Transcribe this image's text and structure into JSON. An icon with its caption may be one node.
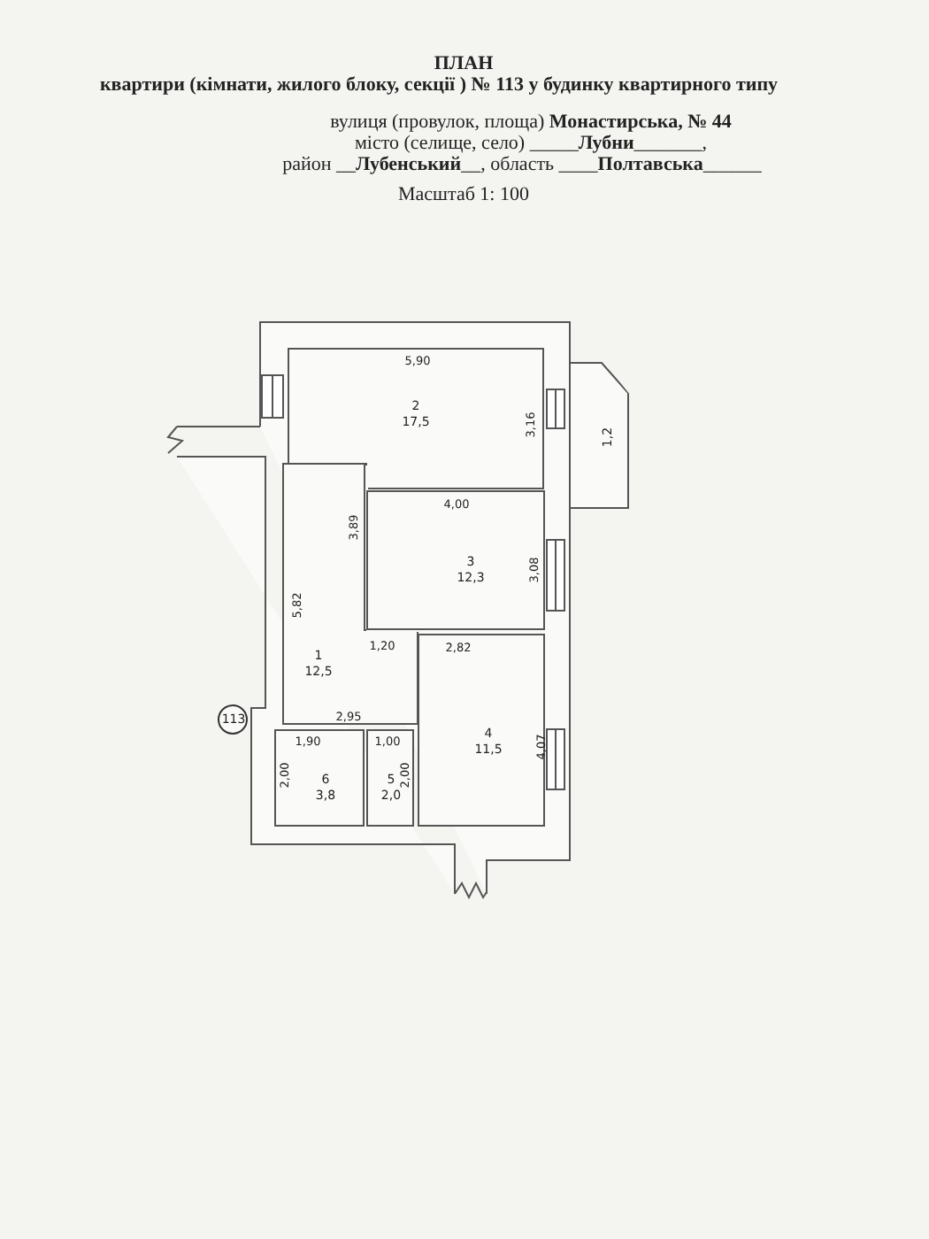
{
  "diagram": {
    "title": "ПЛАН",
    "nodes": [
      {
        "text": [
          "2",
          "17,5"
        ]
      },
      {
        "text": [
          "1,2"
        ]
      },
      {
        "text": [
          "3",
          "12,3"
        ]
      },
      {
        "text": [
          "1",
          "12,5"
        ]
      },
      {
        "text": [
          "4",
          "11,5"
        ]
      },
      {
        "text": [
          "6",
          "3,8"
        ]
      },
      {
        "text": [
          "5",
          "2,0"
        ]
      },
      {
        "text": [
          "113"
        ]
      }
    ],
    "edges": [],
    "labels": [
      "квартири (кімнати, жилого блоку, секції ) № 113  у будинку квартирного типу",
      "вулиця (провулок, площа)   **Монастирська,  № 44**",
      "місто (селище, село) _____**Лубни**_______,",
      "район __**Лубенський**__, область ____**Полтавська**______",
      "Масштаб 1: 100",
      "5,90",
      "3,16",
      "4,00",
      "3,89",
      "3,08",
      "5,82",
      "1,20",
      "2,82",
      "2,95",
      "1,90",
      "1,00",
      "2,00",
      "2,00",
      "4,07"
    ]
  }
}
